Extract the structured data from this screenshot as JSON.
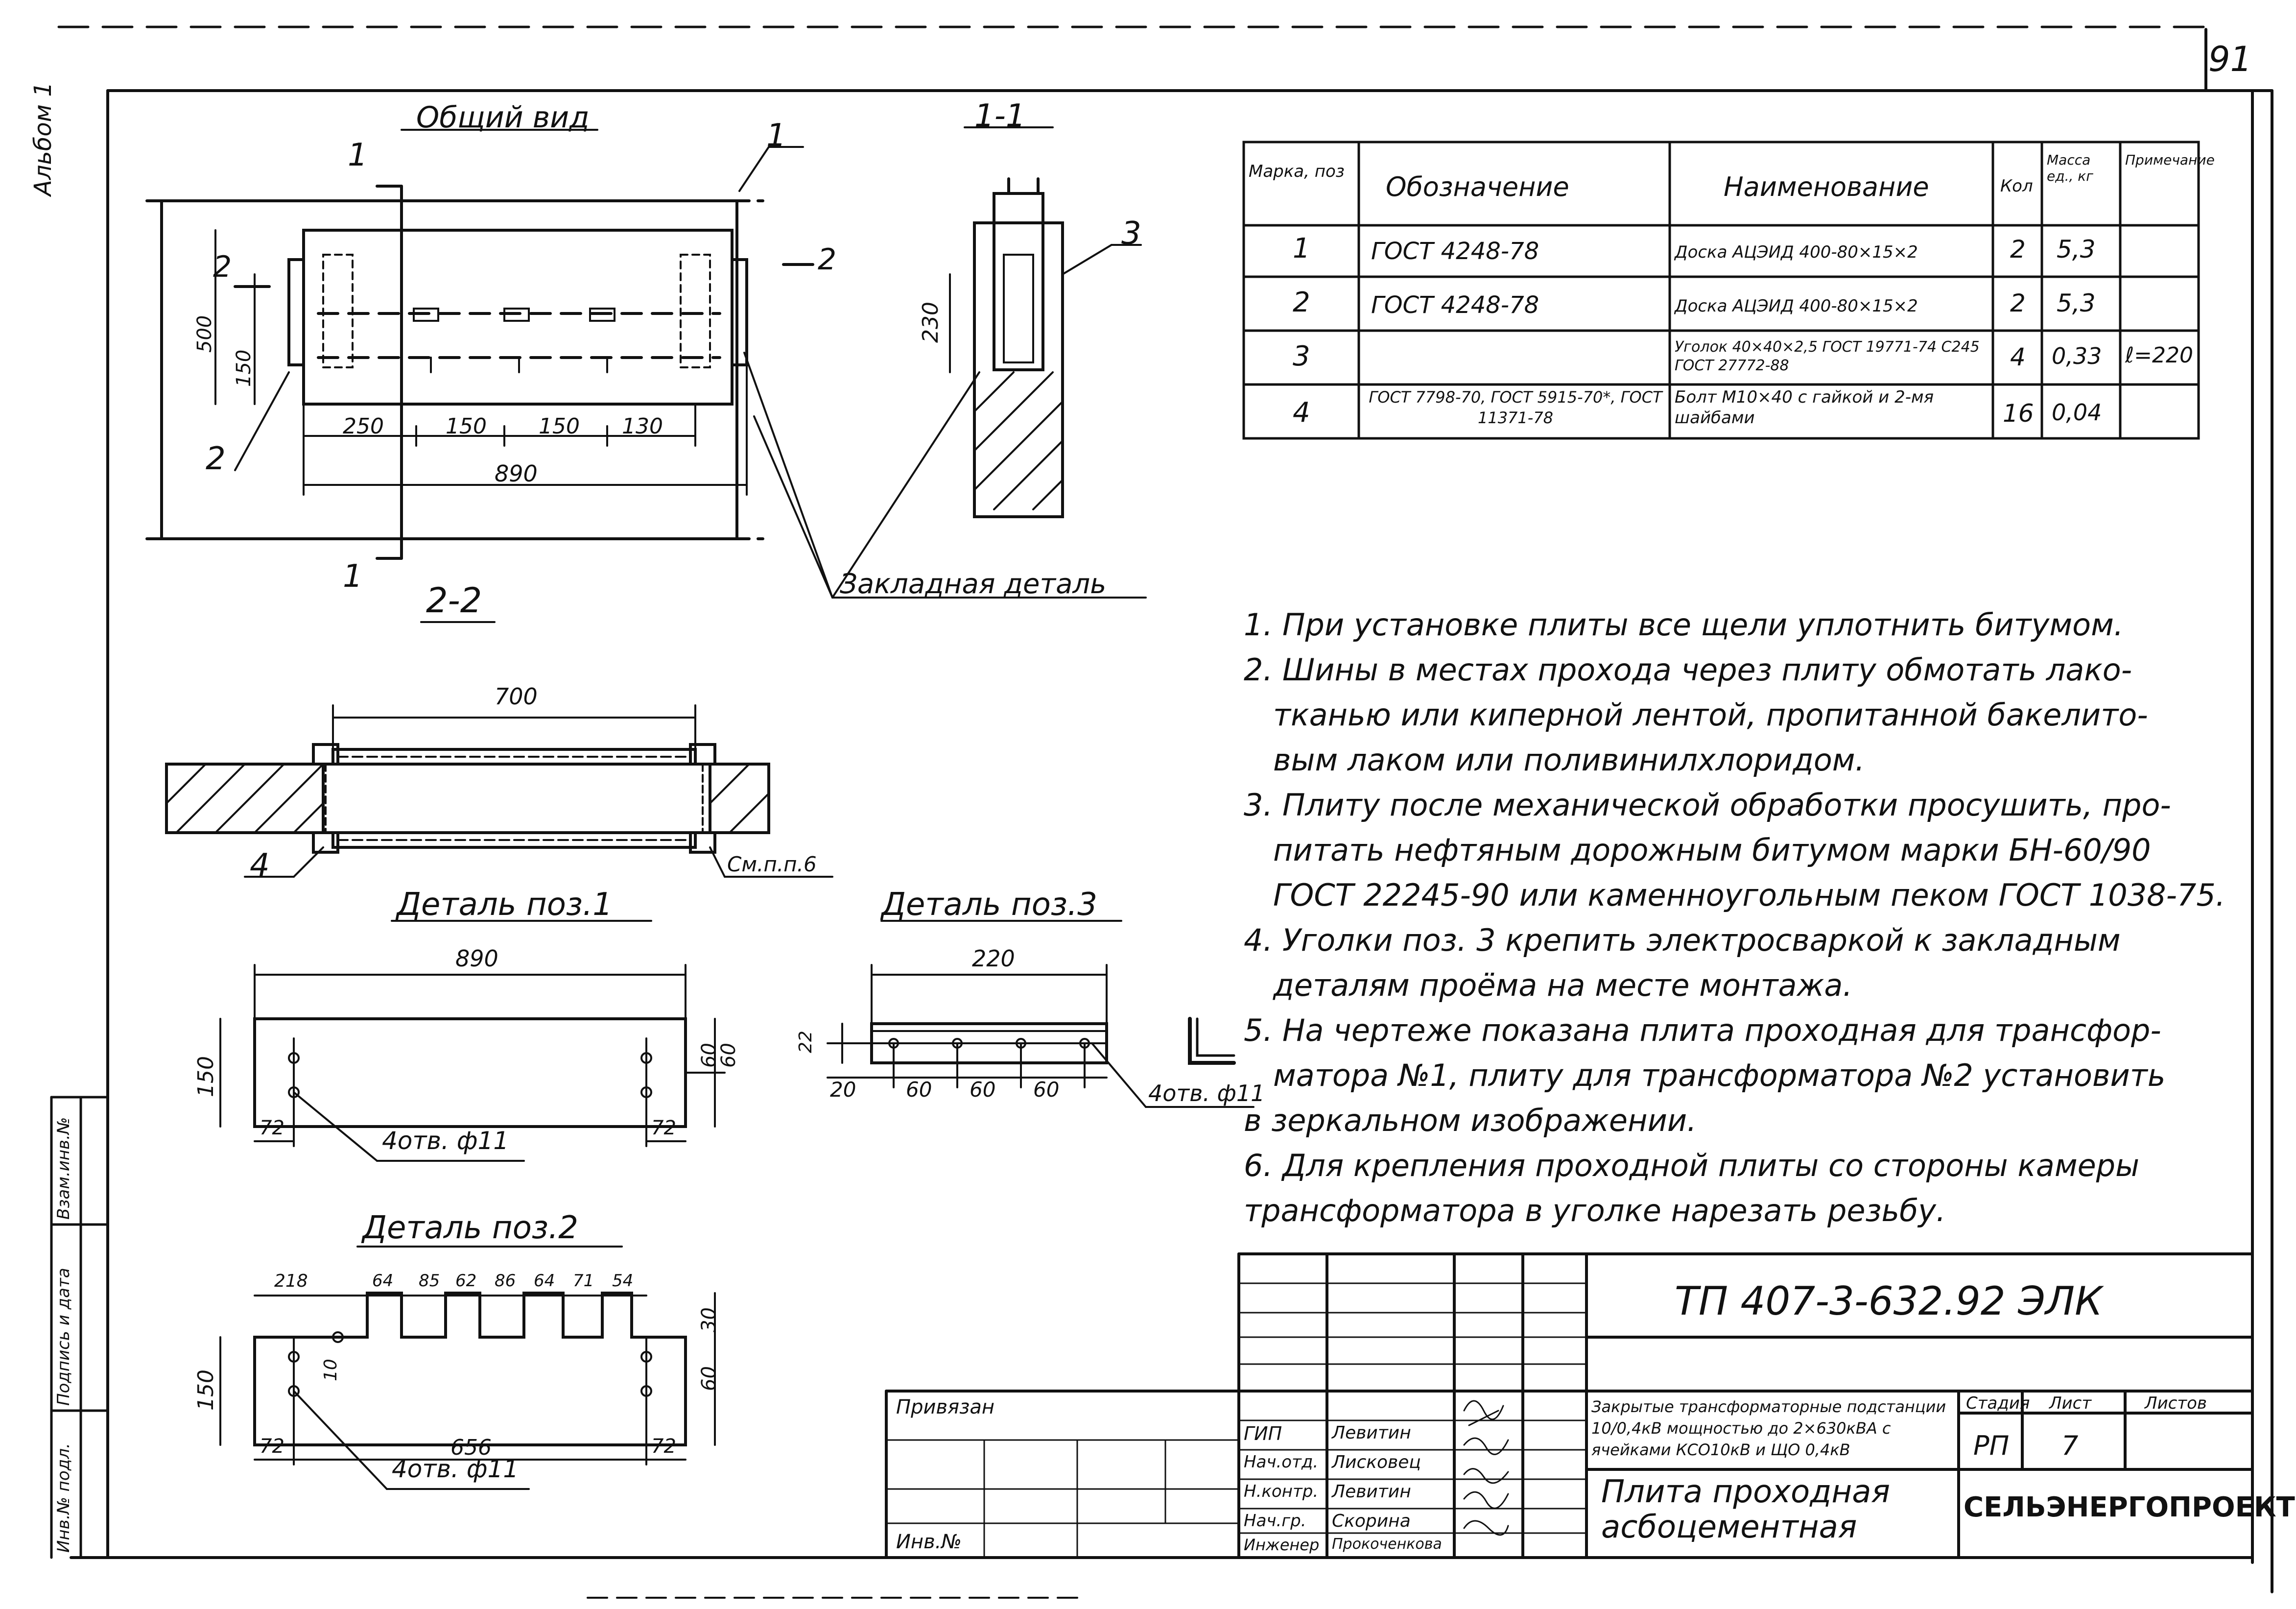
{
  "page": {
    "sheet_number": "91",
    "side_label": "Альбом 1"
  },
  "views": {
    "general": "Общий вид",
    "section_1_1": "1-1",
    "section_2_2": "2-2",
    "detail_1": "Деталь поз.1",
    "detail_2": "Деталь поз.2",
    "detail_3": "Деталь поз.3",
    "embedded_part": "Закладная деталь",
    "see_note": "См.п.п.6"
  },
  "dims": {
    "general": [
      "500",
      "150",
      "250",
      "150",
      "150",
      "130",
      "890",
      "1",
      "1",
      "2",
      "2"
    ],
    "section_1_1": [
      "230"
    ],
    "section_2_2": [
      "700"
    ],
    "detail_1": [
      "890",
      "150",
      "60",
      "60",
      "72",
      "72",
      "4отв. ф11"
    ],
    "detail_2": [
      "218",
      "64",
      "85",
      "62",
      "86",
      "64",
      "71",
      "54",
      "150",
      "30",
      "10",
      "60",
      "72",
      "656",
      "72",
      "4отв. ф11"
    ],
    "detail_3": [
      "220",
      "22",
      "20",
      "60",
      "60",
      "60",
      "4отв. ф11"
    ]
  },
  "callouts": [
    "1",
    "2",
    "3",
    "4"
  ],
  "spec": {
    "headers": [
      "Марка, поз",
      "Обозначение",
      "Наименование",
      "Кол",
      "Масса ед., кг",
      "Примечание"
    ],
    "rows": [
      {
        "pos": "1",
        "designation": "ГОСТ 4248-78",
        "name": "Доска АЦЭИД 400-80×15×2",
        "qty": "2",
        "mass": "5,3",
        "note": ""
      },
      {
        "pos": "2",
        "designation": "ГОСТ 4248-78",
        "name": "Доска АЦЭИД 400-80×15×2",
        "qty": "2",
        "mass": "5,3",
        "note": ""
      },
      {
        "pos": "3",
        "designation": "",
        "name": "Уголок 40×40×2,5 ГОСТ 19771-74 С245 ГОСТ 27772-88",
        "qty": "4",
        "mass": "0,33",
        "note": "ℓ=220"
      },
      {
        "pos": "4",
        "designation": "ГОСТ 7798-70, ГОСТ 5915-70*, ГОСТ 11371-78",
        "name": "Болт М10×40 с гайкой и 2-мя шайбами",
        "qty": "16",
        "mass": "0,04",
        "note": ""
      }
    ]
  },
  "notes": [
    "1. При установке плиты все щели уплотнить битумом.",
    "2. Шины в местах прохода через плиту обмотать лако-",
    "тканью или киперной лентой, пропитанной бакелито-",
    "вым лаком или поливинилхлоридом.",
    "3. Плиту после механической обработки просушить, про-",
    "питать нефтяным дорожным битумом марки БН-60/90",
    "ГОСТ 22245-90 или каменноугольным пеком ГОСТ 1038-75.",
    "4. Уголки поз. 3 крепить электросваркой к закладным",
    "деталям проёма на месте монтажа.",
    "5. На чертеже показана плита проходная для трансфор-",
    "матора №1, плиту для трансформатора №2 установить",
    "в зеркальном изображении.",
    "6. Для крепления проходной плиты со стороны камеры",
    "трансформатора в уголке нарезать резьбу."
  ],
  "title_block": {
    "code": "ТП 407-3-632.92 ЭЛК",
    "privyazan": "Привязан",
    "inv": "Инв.№",
    "roles": [
      "ГИП",
      "Нач.отд.",
      "Н.контр.",
      "Нач.гр.",
      "Инженер"
    ],
    "names": [
      "Левитин",
      "Лисковец",
      "Левитин",
      "Скорина",
      "Прокоченкова"
    ],
    "project": "Закрытые трансформаторные подстанции 10/0,4кВ мощностью до 2×630кВА с ячейками КСО10кВ и ЩО 0,4кВ",
    "stage_label": "Стадия",
    "sheet_label": "Лист",
    "sheets_label": "Листов",
    "stage": "РП",
    "sheet": "7",
    "sheets": "",
    "drawing_title": "Плита проходная асбоцементная",
    "org": "СЕЛЬЭНЕРГОПРОЕКТ"
  },
  "left_strip": [
    "Инв.№ подл.",
    "Подпись и дата",
    "Взам.инв.№"
  ]
}
